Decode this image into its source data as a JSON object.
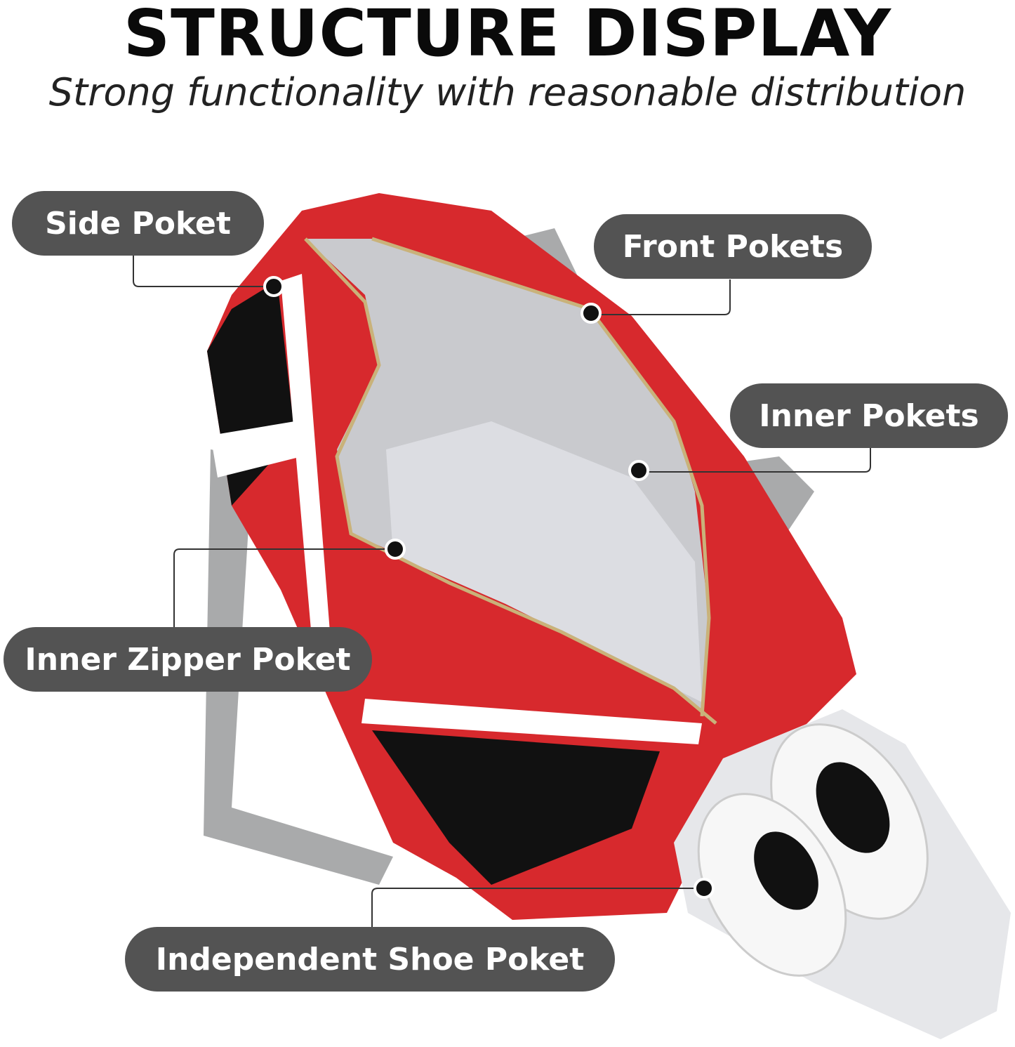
{
  "header": {
    "title": "STRUCTURE DISPLAY",
    "subtitle": "Strong functionality with reasonable distribution"
  },
  "callouts": [
    {
      "label": "Side Poket"
    },
    {
      "label": "Front Pokets"
    },
    {
      "label": "Inner Pokets"
    },
    {
      "label": "Inner Zipper Poket"
    },
    {
      "label": "Independent Shoe Poket"
    }
  ],
  "colors": {
    "bag_red": "#d7292d",
    "pill_bg": "#535353",
    "lining": "#c9cace",
    "strap": "#a9aaab"
  }
}
